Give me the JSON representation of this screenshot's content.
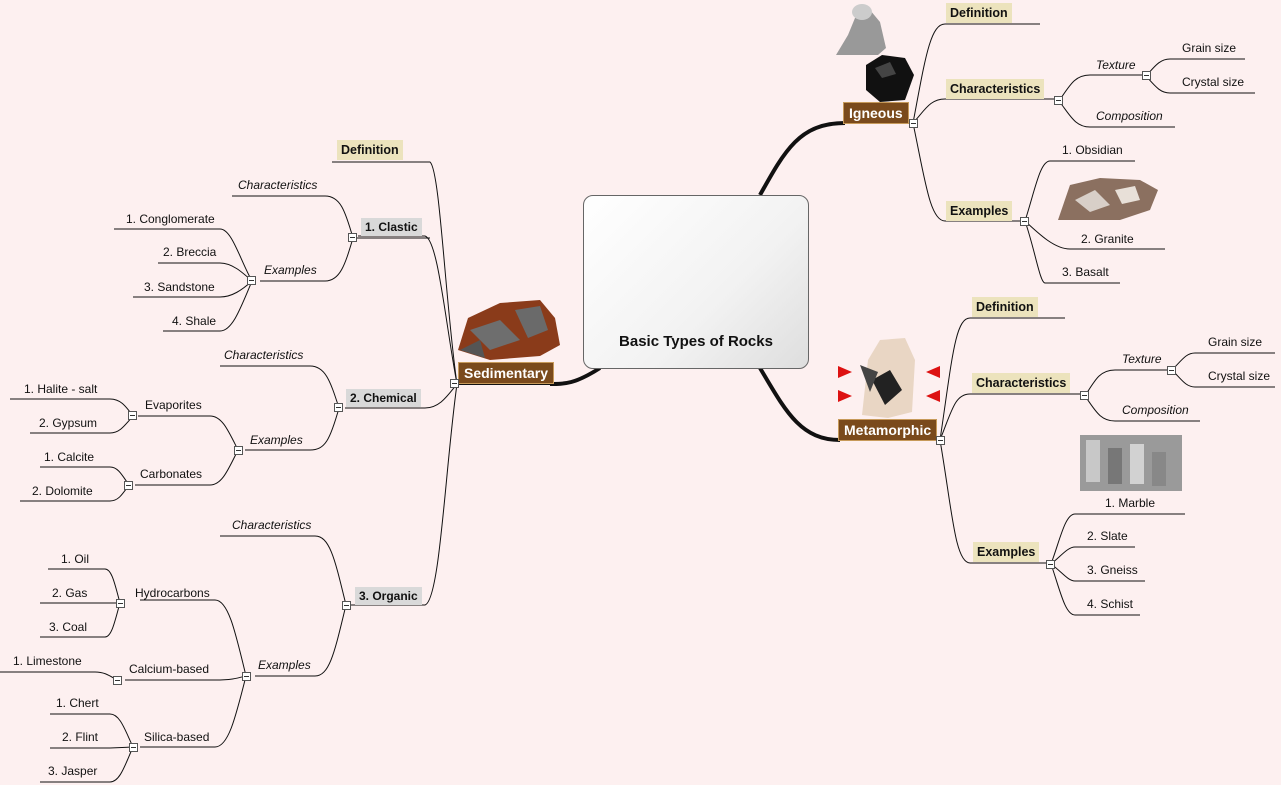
{
  "central": {
    "title": "Basic Types of Rocks",
    "icon": "earth-core-icon"
  },
  "sedimentary": {
    "label": "Sedimentary",
    "definition": "Definition",
    "clastic": {
      "label": "1. Clastic",
      "characteristics": "Characteristics",
      "examples_label": "Examples",
      "examples": [
        "1. Conglomerate",
        "2. Breccia",
        "3. Sandstone",
        "4. Shale"
      ]
    },
    "chemical": {
      "label": "2. Chemical",
      "characteristics": "Characteristics",
      "examples_label": "Examples",
      "evaporites": {
        "label": "Evaporites",
        "items": [
          "1. Halite - salt",
          "2. Gypsum"
        ]
      },
      "carbonates": {
        "label": "Carbonates",
        "items": [
          "1. Calcite",
          "2. Dolomite"
        ]
      }
    },
    "organic": {
      "label": "3. Organic",
      "characteristics": "Characteristics",
      "examples_label": "Examples",
      "hydrocarbons": {
        "label": "Hydrocarbons",
        "items": [
          "1. Oil",
          "2. Gas",
          "3. Coal"
        ]
      },
      "calcium": {
        "label": "Calcium-based",
        "items": [
          "1. Limestone"
        ]
      },
      "silica": {
        "label": "Silica-based",
        "items": [
          "1. Chert",
          "2. Flint",
          "3. Jasper"
        ]
      }
    }
  },
  "igneous": {
    "label": "Igneous",
    "definition": "Definition",
    "characteristics": "Characteristics",
    "texture": "Texture",
    "texture_items": [
      "Grain size",
      "Crystal size"
    ],
    "composition": "Composition",
    "examples_label": "Examples",
    "examples": [
      "1. Obsidian",
      "2. Granite",
      "3. Basalt"
    ]
  },
  "metamorphic": {
    "label": "Metamorphic",
    "definition": "Definition",
    "characteristics": "Characteristics",
    "texture": "Texture",
    "texture_items": [
      "Grain size",
      "Crystal size"
    ],
    "composition": "Composition",
    "examples_label": "Examples",
    "examples": [
      "1. Marble",
      "2. Slate",
      "3. Gneiss",
      "4. Schist"
    ]
  }
}
